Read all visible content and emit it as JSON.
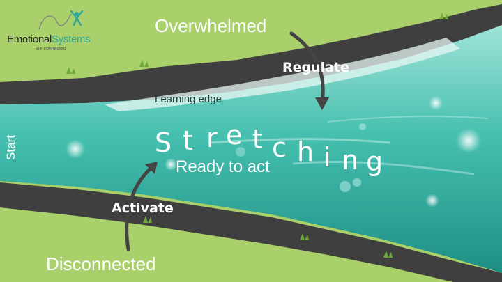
{
  "logo": {
    "name_part1": "Emotional",
    "name_part2": "Systems",
    "tagline": "Be connected"
  },
  "labels": {
    "overwhelmed": "Overwhelmed",
    "regulate": "Regulate",
    "learning_edge": "Learning edge",
    "start": "Start",
    "ready_to_act": "Ready to act",
    "activate": "Activate",
    "disconnected": "Disconnected"
  },
  "stretching": [
    "S",
    "t",
    "r",
    "e",
    "t",
    "c",
    "h",
    "i",
    "n",
    "g"
  ],
  "colors": {
    "grass": "#a9d06b",
    "rock": "#3f3f3f",
    "river": "#3fb6a6",
    "river_light": "#7ed9cc",
    "arrow": "#444444"
  }
}
